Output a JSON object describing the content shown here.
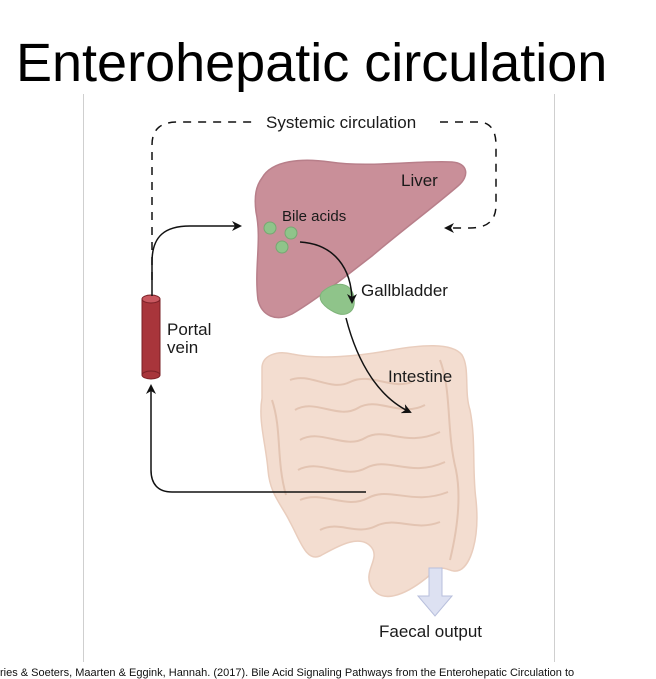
{
  "title": "Enterohepatic circulation",
  "labels": {
    "systemic_circulation": "Systemic circulation",
    "liver": "Liver",
    "bile_acids": "Bile acids",
    "gallbladder": "Gallbladder",
    "portal_vein_line1": "Portal",
    "portal_vein_line2": "vein",
    "intestine": "Intestine",
    "faecal_output": "Faecal output"
  },
  "citation": "ries & Soeters, Maarten & Eggink, Hannah. (2017). Bile Acid Signaling Pathways from the Enterohepatic Circulation to",
  "colors": {
    "liver": "#c98f99",
    "gallbladder": "#8fc48a",
    "bile_acid_dots": "#8fc48a",
    "intestine": "#f3ddd0",
    "portal_vein": "#a8353b",
    "arrow": "#111111",
    "faecal_arrow": "#dde1f2"
  }
}
